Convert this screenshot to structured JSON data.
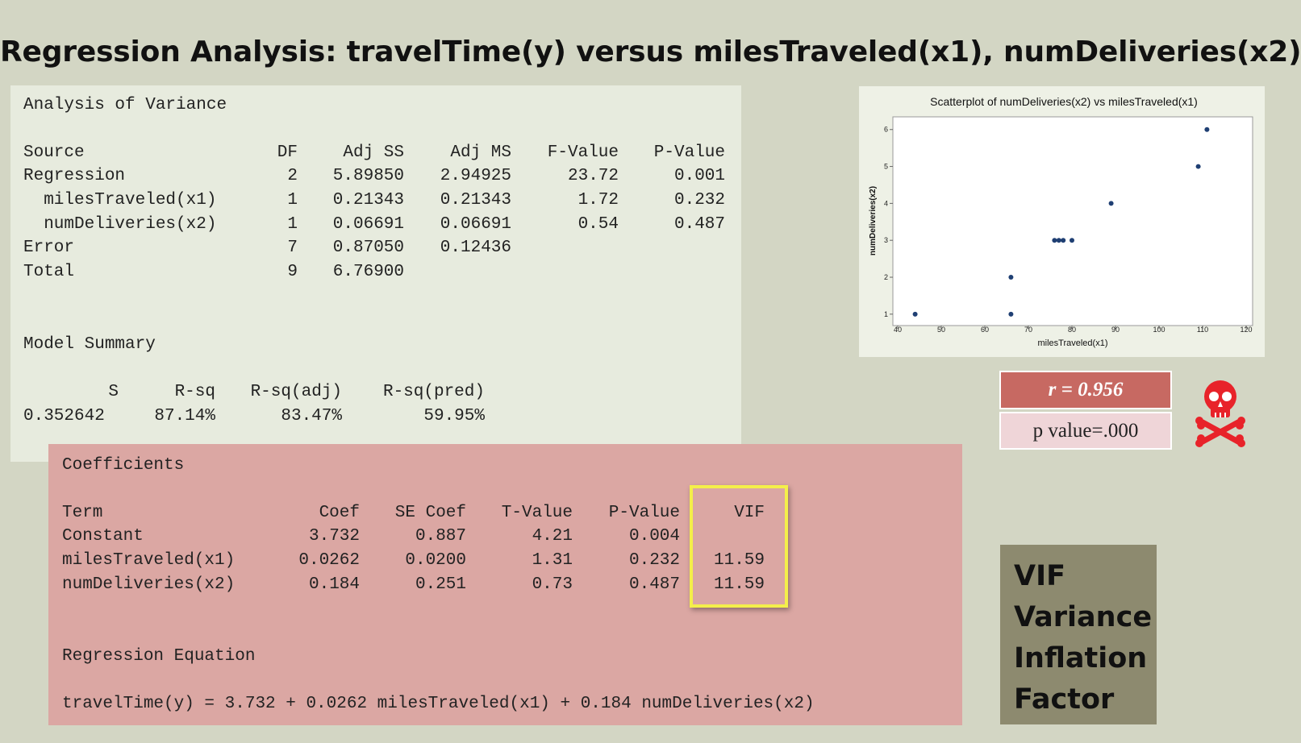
{
  "title": "Regression Analysis: travelTime(y) versus milesTraveled(x1), numDeliveries(x2)",
  "anova": {
    "heading": "Analysis of Variance",
    "headers": [
      "Source",
      "DF",
      "Adj SS",
      "Adj MS",
      "F-Value",
      "P-Value"
    ],
    "rows": [
      {
        "source": "Regression",
        "df": "2",
        "adj_ss": "5.89850",
        "adj_ms": "2.94925",
        "f": "23.72",
        "p": "0.001"
      },
      {
        "source": "  milesTraveled(x1)",
        "df": "1",
        "adj_ss": "0.21343",
        "adj_ms": "0.21343",
        "f": "1.72",
        "p": "0.232"
      },
      {
        "source": "  numDeliveries(x2)",
        "df": "1",
        "adj_ss": "0.06691",
        "adj_ms": "0.06691",
        "f": "0.54",
        "p": "0.487"
      },
      {
        "source": "Error",
        "df": "7",
        "adj_ss": "0.87050",
        "adj_ms": "0.12436",
        "f": "",
        "p": ""
      },
      {
        "source": "Total",
        "df": "9",
        "adj_ss": "6.76900",
        "adj_ms": "",
        "f": "",
        "p": ""
      }
    ]
  },
  "model_summary": {
    "heading": "Model Summary",
    "headers": [
      "S",
      "R-sq",
      "R-sq(adj)",
      "R-sq(pred)"
    ],
    "values": [
      "0.352642",
      "87.14%",
      "83.47%",
      "59.95%"
    ]
  },
  "coefficients": {
    "heading": "Coefficients",
    "headers": [
      "Term",
      "Coef",
      "SE Coef",
      "T-Value",
      "P-Value",
      "VIF"
    ],
    "rows": [
      {
        "term": "Constant",
        "coef": "3.732",
        "se": "0.887",
        "t": "4.21",
        "p": "0.004",
        "vif": ""
      },
      {
        "term": "milesTraveled(x1)",
        "coef": "0.0262",
        "se": "0.0200",
        "t": "1.31",
        "p": "0.232",
        "vif": "11.59"
      },
      {
        "term": "numDeliveries(x2)",
        "coef": "0.184",
        "se": "0.251",
        "t": "0.73",
        "p": "0.487",
        "vif": "11.59"
      }
    ]
  },
  "equation": {
    "heading": "Regression Equation",
    "text": "travelTime(y) = 3.732 + 0.0262 milesTraveled(x1) + 0.184 numDeliveries(x2)"
  },
  "correlation": {
    "r_text": "r = 0.956",
    "p_text": "p value=.000"
  },
  "vif_card": {
    "lines": [
      "VIF",
      "Variance",
      "Inflation",
      "Factor"
    ]
  },
  "colors": {
    "background": "#d3d6c4",
    "anova_panel": "#e7ebde",
    "coef_panel": "#dba7a3",
    "vif_highlight": "#f4ef4a",
    "r_box": "#c76962",
    "p_box": "#efd5d8",
    "vif_card": "#8d8a6f",
    "skull": "#e8232a",
    "points": "#1f3f73"
  },
  "icons": {
    "danger": "skull-crossbones-icon"
  },
  "chart_data": {
    "type": "scatter",
    "title": "Scatterplot of numDeliveries(x2) vs milesTraveled(x1)",
    "xlabel": "milesTraveled(x1)",
    "ylabel": "numDeliveries(x2)",
    "xlim": [
      40,
      120
    ],
    "ylim": [
      0.8,
      6.3
    ],
    "xticks": [
      40,
      50,
      60,
      70,
      80,
      90,
      100,
      110,
      120
    ],
    "yticks": [
      1,
      2,
      3,
      4,
      5,
      6
    ],
    "grid": false,
    "points": [
      {
        "x": 44,
        "y": 1
      },
      {
        "x": 66,
        "y": 1
      },
      {
        "x": 66,
        "y": 2
      },
      {
        "x": 76,
        "y": 3
      },
      {
        "x": 77,
        "y": 3
      },
      {
        "x": 78,
        "y": 3
      },
      {
        "x": 80,
        "y": 3
      },
      {
        "x": 89,
        "y": 4
      },
      {
        "x": 109,
        "y": 5
      },
      {
        "x": 111,
        "y": 6
      }
    ]
  }
}
